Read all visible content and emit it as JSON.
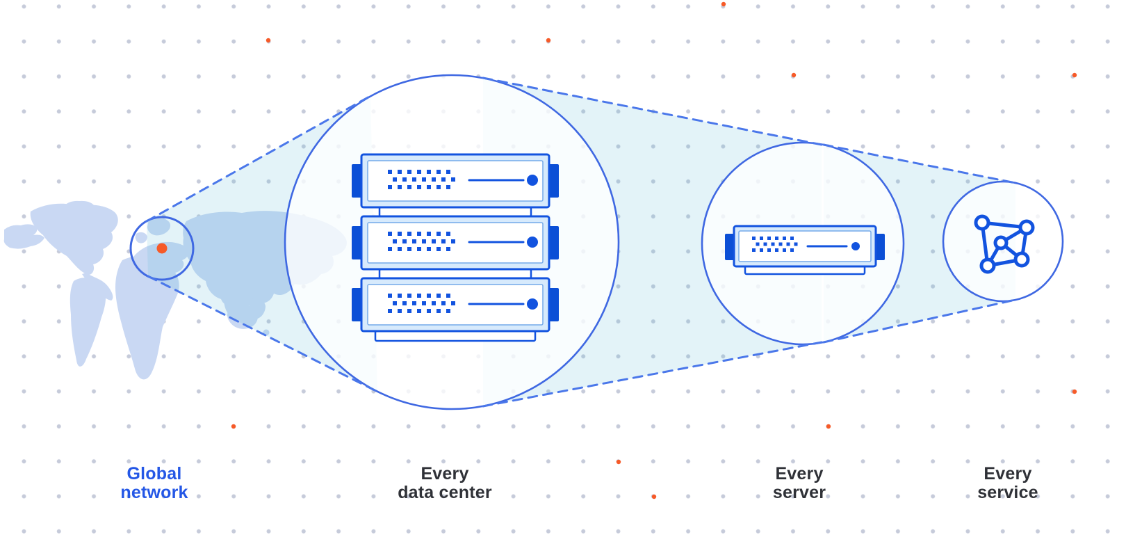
{
  "diagram": {
    "description_labels": {
      "global_network": {
        "lines": [
          "Global",
          "network"
        ]
      },
      "every_data_center": {
        "lines": [
          "Every",
          "data center"
        ]
      },
      "every_server": {
        "lines": [
          "Every",
          "server"
        ]
      },
      "every_service": {
        "lines": [
          "Every",
          "service"
        ]
      }
    },
    "icons": {
      "map": "world-map",
      "location": "location-marker-dot",
      "data_center": "server-rack-stack-icon",
      "server": "server-unit-icon",
      "service": "network-graph-icon"
    }
  },
  "colors": {
    "accent_orange": "#f65a28",
    "diagram_blue": "#1253df",
    "circle_stroke": "#3f68e2",
    "dash_blue": "#4a77ea",
    "cone_cyan": "rgba(100,190,215,0.18)",
    "map_land": "#c9d8f3",
    "grid_dot": "#c6cbda",
    "server_fill": "#d7eafc",
    "label_text": "#2f3137",
    "label_blue": "#2457e6"
  }
}
